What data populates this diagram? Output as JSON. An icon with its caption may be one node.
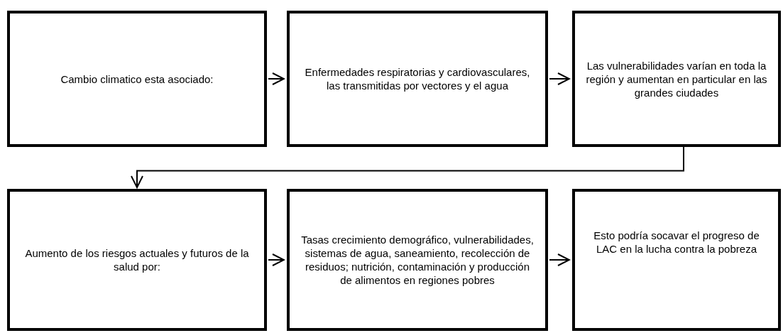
{
  "diagram": {
    "nodes": [
      {
        "text": [
          "Cambio climatico esta asociado:"
        ]
      },
      {
        "text": [
          "Enfermedades respiratorias y cardiovasculares, las transmitidas por vectores y el agua"
        ]
      },
      {
        "text": [
          "Las vulnerabilidades varían en toda la región y aumentan en particular en las grandes ciudades"
        ]
      },
      {
        "text": [
          "Aumento de los riesgos actuales y futuros de la salud por:"
        ]
      },
      {
        "text": [
          "Tasas crecimiento demográfico, vulnerabilidades, sistemas de agua, saneamiento, recolección de residuos; nutrición, contaminación y producción de alimentos en regiones pobres"
        ]
      },
      {
        "text": [
          "Esto podría socavar el progreso de LAC en la lucha contra la pobreza"
        ]
      }
    ],
    "edges": [
      {
        "from": 0,
        "to": 1,
        "arrow": "to"
      },
      {
        "from": 1,
        "to": 2,
        "arrow": "to"
      },
      {
        "from": 2,
        "to": 3,
        "arrow": "to"
      },
      {
        "from": 3,
        "to": 4,
        "arrow": "to"
      },
      {
        "from": 4,
        "to": 5,
        "arrow": "to"
      }
    ]
  }
}
